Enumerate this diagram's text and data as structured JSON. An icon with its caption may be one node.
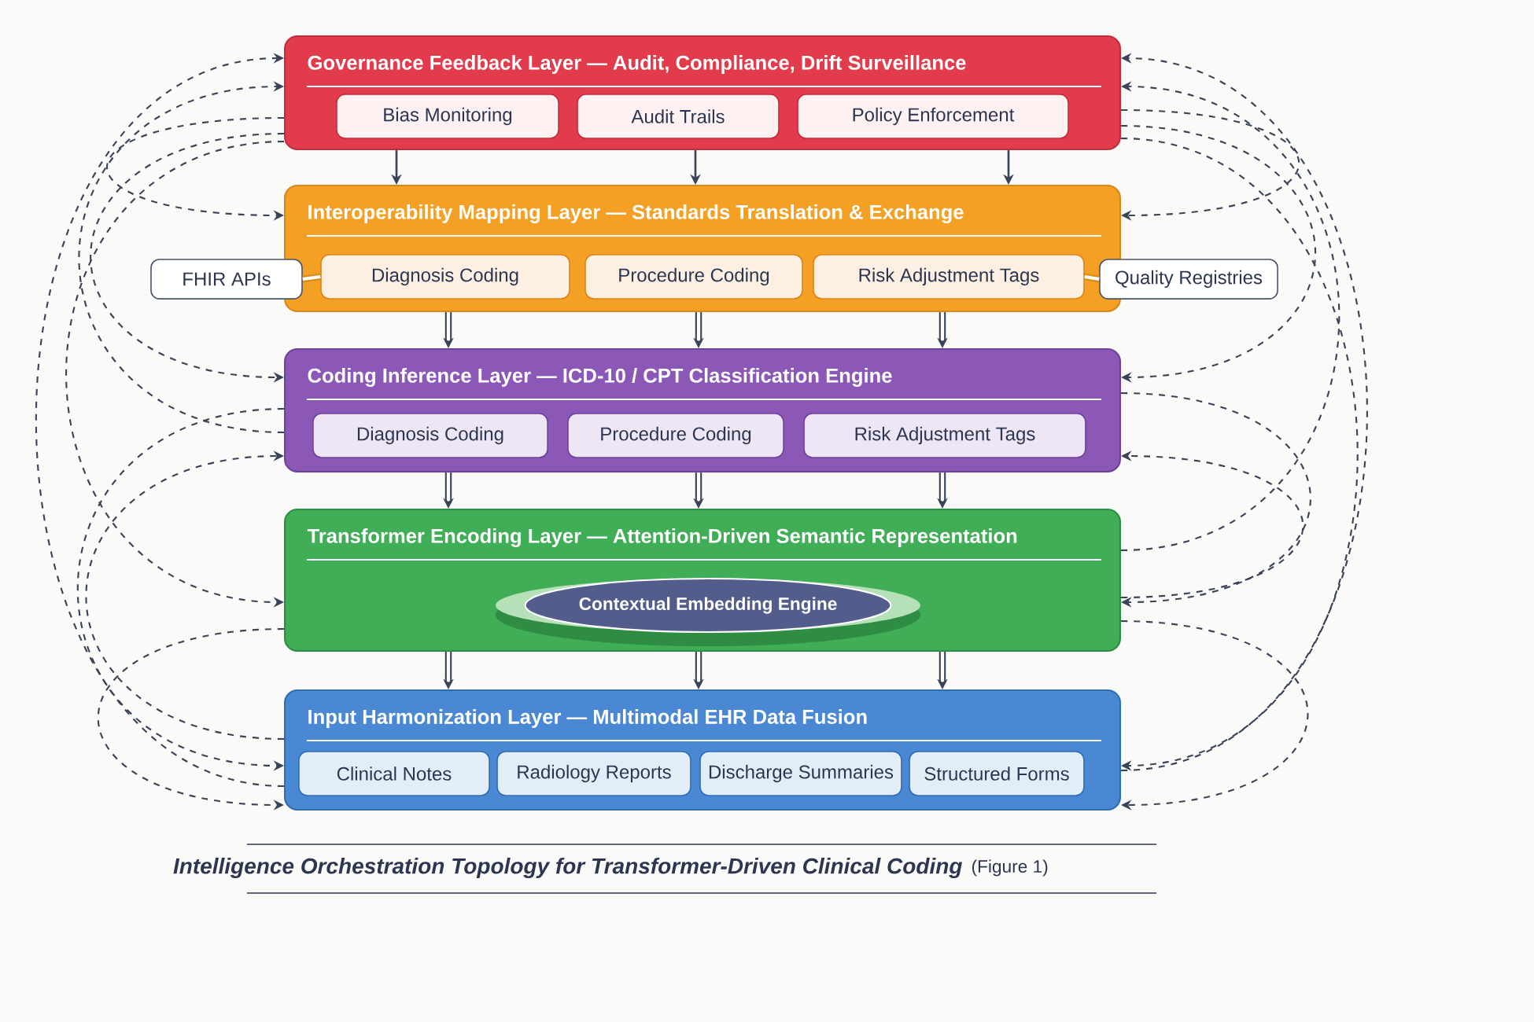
{
  "diagram": {
    "caption": "Intelligence Orchestration Topology for Transformer-Driven Clinical Coding",
    "nodes": [
      {
        "text": [
          "Governance Feedback Layer — Audit, Compliance, Drift Surveillance"
        ]
      },
      {
        "text": [
          "Bias Monitoring"
        ],
        "in": 0
      },
      {
        "text": [
          "Audit Trails"
        ],
        "in": 0
      },
      {
        "text": [
          "Policy Enforcement"
        ],
        "in": 0
      },
      {
        "text": [
          "Interoperability Mapping Layer — Standards Translation & Exchange"
        ]
      },
      {
        "text": [
          "Diagnosis Coding"
        ],
        "in": 4
      },
      {
        "text": [
          "Procedure Coding"
        ],
        "in": 4
      },
      {
        "text": [
          "Risk Adjustment Tags"
        ],
        "in": 4
      },
      {
        "text": [
          "Coding Inference Layer — ICD-10 / CPT Classification Engine"
        ]
      },
      {
        "text": [
          "Diagnosis Coding"
        ],
        "in": 8
      },
      {
        "text": [
          "Procedure Coding"
        ],
        "in": 8
      },
      {
        "text": [
          "Risk Adjustment Tags"
        ],
        "in": 8
      },
      {
        "text": [
          "Transformer Encoding Layer — Attention-Driven Semantic Representation"
        ]
      },
      {
        "text": [
          "Contextual Embedding Engine"
        ],
        "in": 12
      },
      {
        "text": [
          "Input Harmonization Layer — Multimodal EHR Data Fusion"
        ]
      },
      {
        "text": [
          "Clinical Notes"
        ],
        "in": 14
      },
      {
        "text": [
          "Radiology Reports"
        ],
        "in": 14
      },
      {
        "text": [
          "Discharge Summaries"
        ],
        "in": 14
      },
      {
        "text": [
          "Structured Forms"
        ],
        "in": 14
      },
      {
        "text": [
          "FHIR APIs"
        ]
      },
      {
        "text": [
          "Quality Registries"
        ]
      }
    ],
    "edges": [
      {
        "from": 0,
        "to": 4,
        "arrow": "to"
      },
      {
        "from": 0,
        "to": 4,
        "arrow": "to"
      },
      {
        "from": 0,
        "to": 4,
        "arrow": "to"
      },
      {
        "from": 4,
        "to": 8,
        "arrow": "to",
        "style": "thick"
      },
      {
        "from": 4,
        "to": 8,
        "arrow": "to",
        "style": "thick"
      },
      {
        "from": 4,
        "to": 8,
        "arrow": "to",
        "style": "thick"
      },
      {
        "from": 8,
        "to": 12,
        "arrow": "to",
        "style": "thick"
      },
      {
        "from": 8,
        "to": 12,
        "arrow": "to",
        "style": "thick"
      },
      {
        "from": 8,
        "to": 12,
        "arrow": "to",
        "style": "thick"
      },
      {
        "from": 12,
        "to": 14,
        "arrow": "to",
        "style": "thick"
      },
      {
        "from": 12,
        "to": 14,
        "arrow": "to",
        "style": "thick"
      },
      {
        "from": 12,
        "to": 14,
        "arrow": "to",
        "style": "thick"
      },
      {
        "from": 19,
        "to": 5,
        "arrow": "none",
        "style": "thick",
        "color": "#d98a1c"
      },
      {
        "from": 20,
        "to": 7,
        "arrow": "none",
        "style": "thick",
        "color": "#d98a1c"
      },
      {
        "from": 14,
        "to": 0,
        "arrow": "to",
        "style": "dashed"
      },
      {
        "from": 8,
        "to": 0,
        "arrow": "to",
        "style": "dashed"
      },
      {
        "from": 0,
        "to": 4,
        "arrow": "to",
        "style": "dashed"
      },
      {
        "from": 0,
        "to": 8,
        "arrow": "to",
        "style": "dashed"
      },
      {
        "from": 14,
        "to": 8,
        "arrow": "to",
        "style": "dashed"
      },
      {
        "from": 0,
        "to": 12,
        "arrow": "to",
        "style": "dashed"
      },
      {
        "from": 8,
        "to": 14,
        "arrow": "to",
        "style": "dashed"
      },
      {
        "from": 12,
        "to": 14,
        "arrow": "to",
        "style": "dashed"
      },
      {
        "from": 14,
        "to": 0,
        "arrow": "to",
        "style": "dashed"
      },
      {
        "from": 12,
        "to": 0,
        "arrow": "to",
        "style": "dashed"
      },
      {
        "from": 0,
        "to": 4,
        "arrow": "to",
        "style": "dashed"
      },
      {
        "from": 0,
        "to": 8,
        "arrow": "to",
        "style": "dashed"
      },
      {
        "from": 12,
        "to": 8,
        "arrow": "to",
        "style": "dashed"
      },
      {
        "from": 8,
        "to": 12,
        "arrow": "to",
        "style": "dashed"
      },
      {
        "from": 0,
        "to": 14,
        "arrow": "to",
        "style": "dashed"
      },
      {
        "from": 12,
        "to": 14,
        "arrow": "to",
        "style": "dashed"
      }
    ],
    "labels": [
      "(Figure 1)"
    ]
  }
}
